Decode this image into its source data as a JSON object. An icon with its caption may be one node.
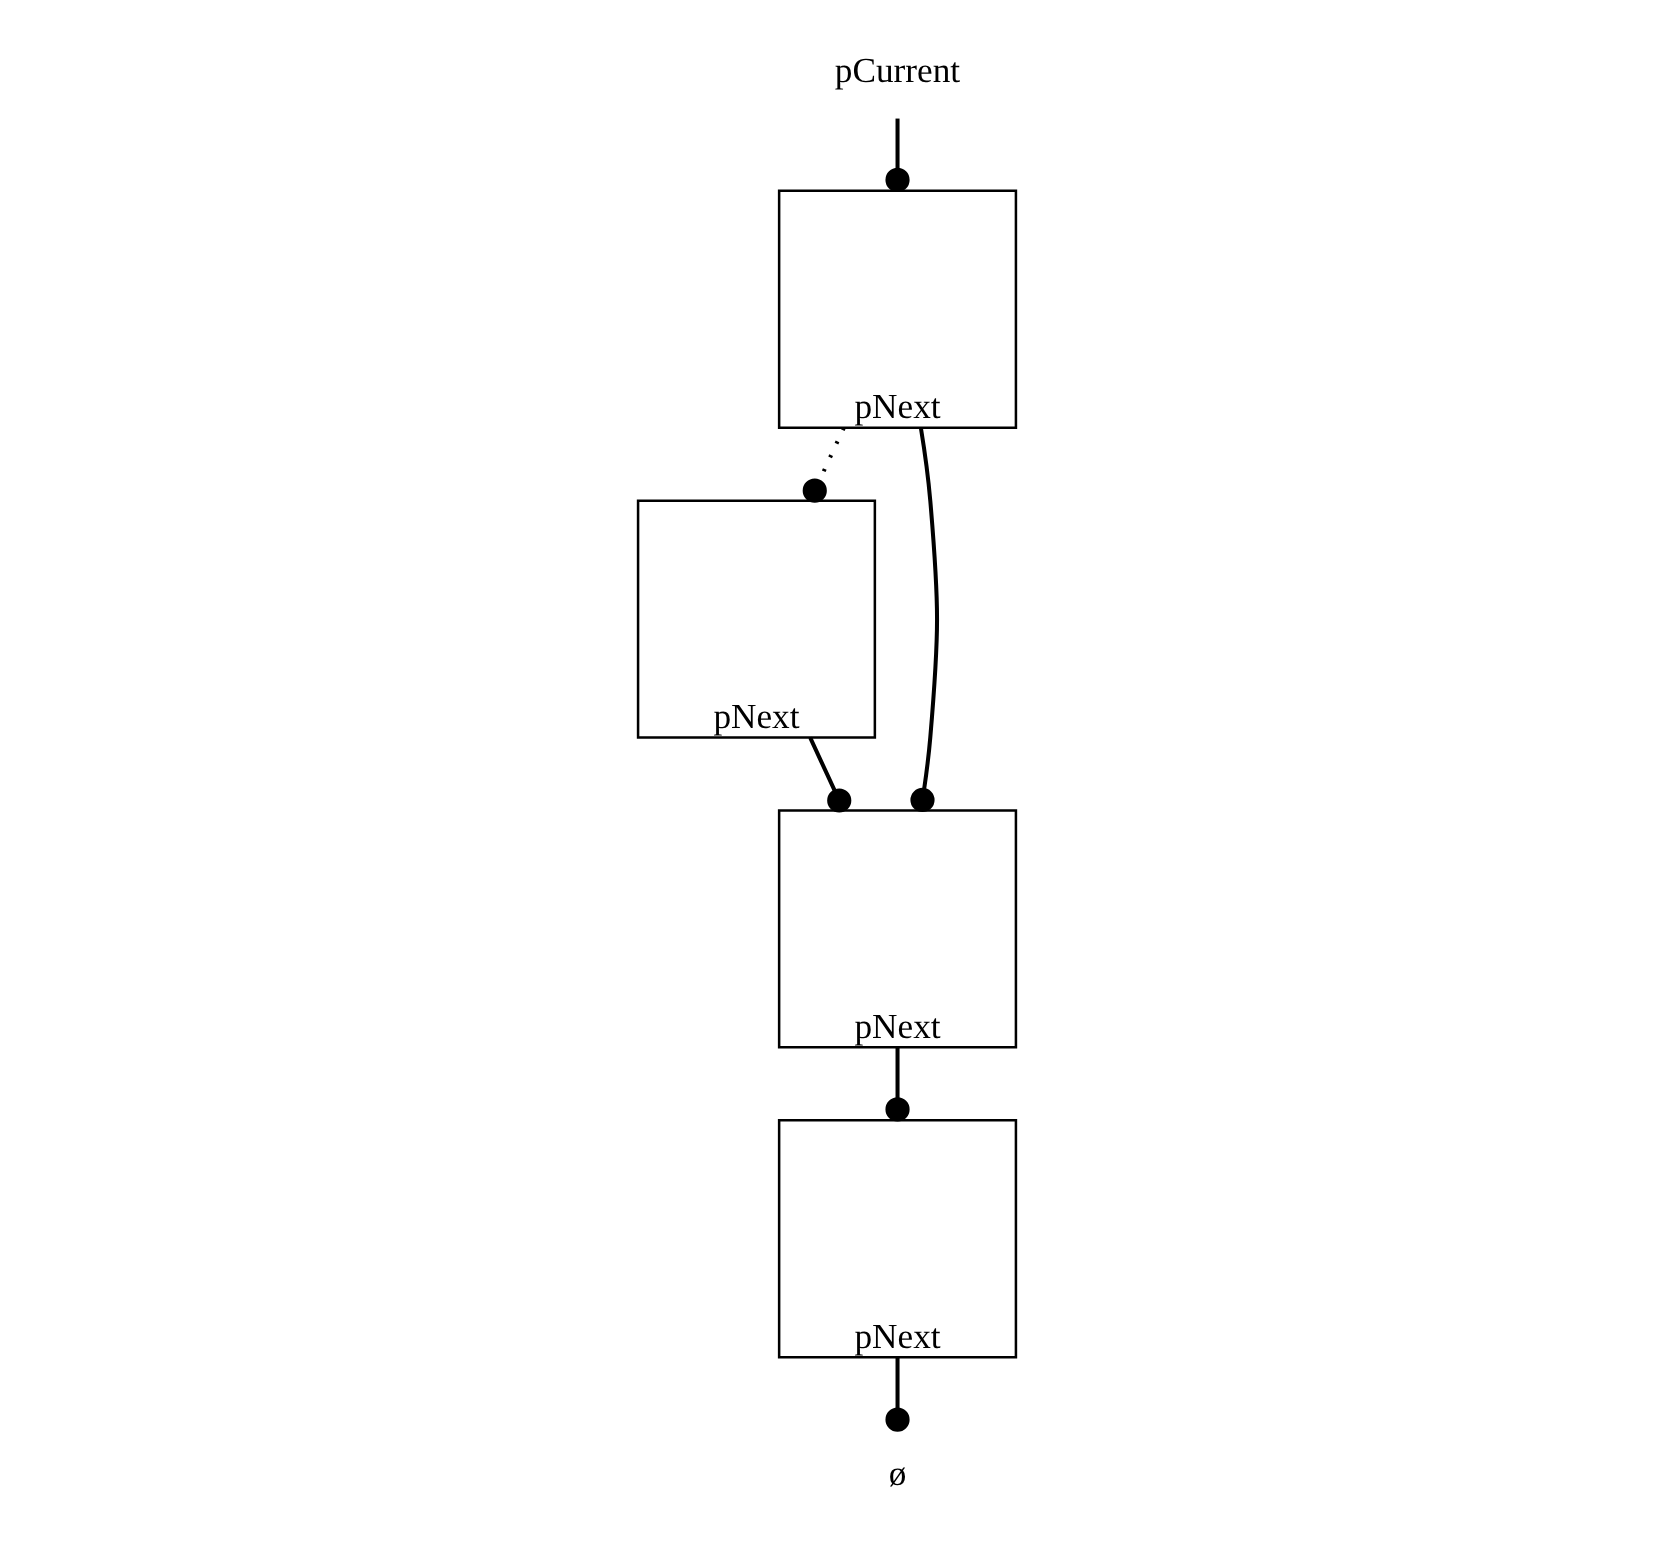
{
  "diagram": {
    "nodes": [
      {
        "text": [
          "pCurrent"
        ]
      },
      {
        "text": [
          "pNext"
        ]
      },
      {
        "text": [
          "pNext"
        ]
      },
      {
        "text": [
          "pNext"
        ]
      },
      {
        "text": [
          "pNext"
        ]
      },
      {
        "text": [
          "ø"
        ]
      }
    ],
    "edges": [
      {
        "from": 0,
        "to": 1,
        "arrow": "other"
      },
      {
        "from": 1,
        "to": 2,
        "arrow": "other",
        "style": "dashed"
      },
      {
        "from": 1,
        "to": 3,
        "arrow": "other"
      },
      {
        "from": 2,
        "to": 3,
        "arrow": "other"
      },
      {
        "from": 3,
        "to": 4,
        "arrow": "other"
      },
      {
        "from": 4,
        "to": 5,
        "arrow": "other"
      }
    ]
  }
}
